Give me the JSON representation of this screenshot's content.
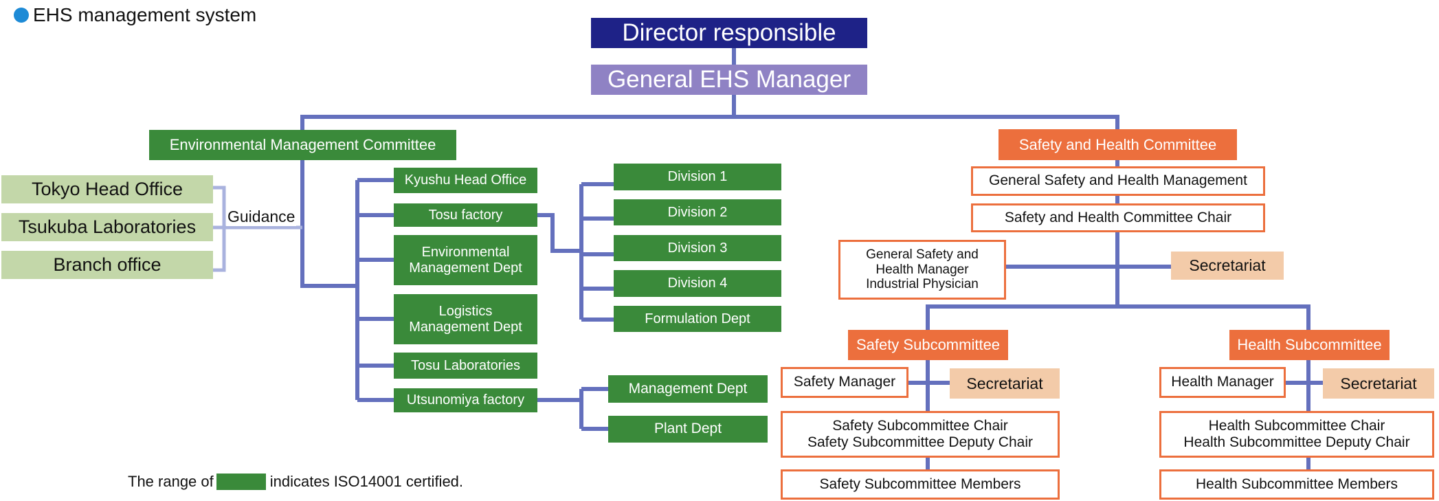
{
  "header": {
    "title": "EHS management system",
    "bullet_color": "#1d8ad6"
  },
  "top": {
    "director": "Director responsible",
    "manager": "General EHS Manager"
  },
  "environment": {
    "committee": "Environmental Management Committee",
    "guidance_label": "Guidance",
    "offices": [
      "Tokyo Head Office",
      "Tsukuba Laboratories",
      "Branch office"
    ],
    "units": [
      "Kyushu Head Office",
      "Tosu factory",
      "Environmental\nManagement Dept",
      "Logistics\nManagement Dept",
      "Tosu Laboratories",
      "Utsunomiya factory"
    ],
    "tosu_divisions": [
      "Division 1",
      "Division 2",
      "Division 3",
      "Division 4",
      "Formulation Dept"
    ],
    "utsunomiya_depts": [
      "Management Dept",
      "Plant Dept"
    ]
  },
  "safety": {
    "committee": "Safety and Health Committee",
    "general_management": "General Safety and Health Management",
    "chair": "Safety and Health Committee Chair",
    "general_manager": "General Safety and\nHealth Manager\nIndustrial Physician",
    "secretariat": "Secretariat",
    "safety_sub": {
      "title": "Safety Subcommittee",
      "manager": "Safety Manager",
      "secretariat": "Secretariat",
      "chair": "Safety Subcommittee Chair\nSafety Subcommittee Deputy Chair",
      "members": "Safety Subcommittee Members"
    },
    "health_sub": {
      "title": "Health Subcommittee",
      "manager": "Health Manager",
      "secretariat": "Secretariat",
      "chair": "Health Subcommittee Chair\nHealth Subcommittee Deputy Chair",
      "members": "Health Subcommittee Members"
    }
  },
  "legend": {
    "prefix": "The range of",
    "suffix": "indicates ISO14001 certified."
  },
  "colors": {
    "director": "#1e2287",
    "manager": "#8f82c4",
    "green": "#3a8a3a",
    "light_green": "#c3d7a9",
    "orange": "#ec6f3d",
    "peach": "#f3cba9",
    "line": "#6470bd",
    "light_line": "#a9b2de"
  }
}
